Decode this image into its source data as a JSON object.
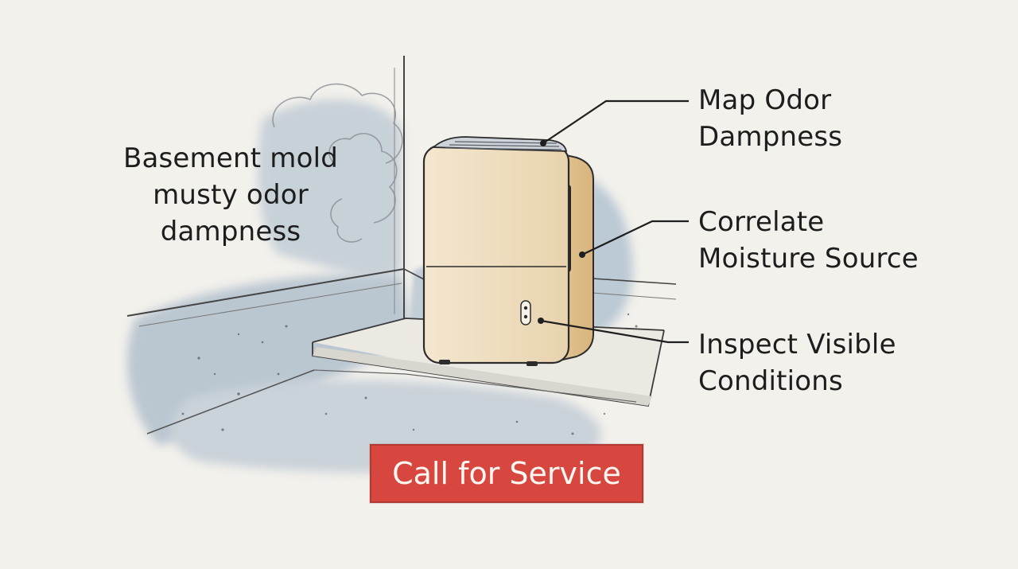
{
  "intro": {
    "lines": [
      "Basement mold",
      "musty odor",
      "dampness"
    ]
  },
  "callouts": [
    {
      "lines": [
        "Map Odor",
        "Dampness"
      ]
    },
    {
      "lines": [
        "Correlate",
        "Moisture Source"
      ]
    },
    {
      "lines": [
        "Inspect Visible",
        "Conditions"
      ]
    }
  ],
  "cta": {
    "label": "Call for Service"
  },
  "colors": {
    "background": "#f3f1ec",
    "button": "#d7473f",
    "unit_body": "#efdfc2",
    "ink": "#1d1d1d",
    "damp_wash": "#9fb2c4"
  },
  "icons": [
    "dehumidifier-icon",
    "mold-cloud-icon"
  ]
}
